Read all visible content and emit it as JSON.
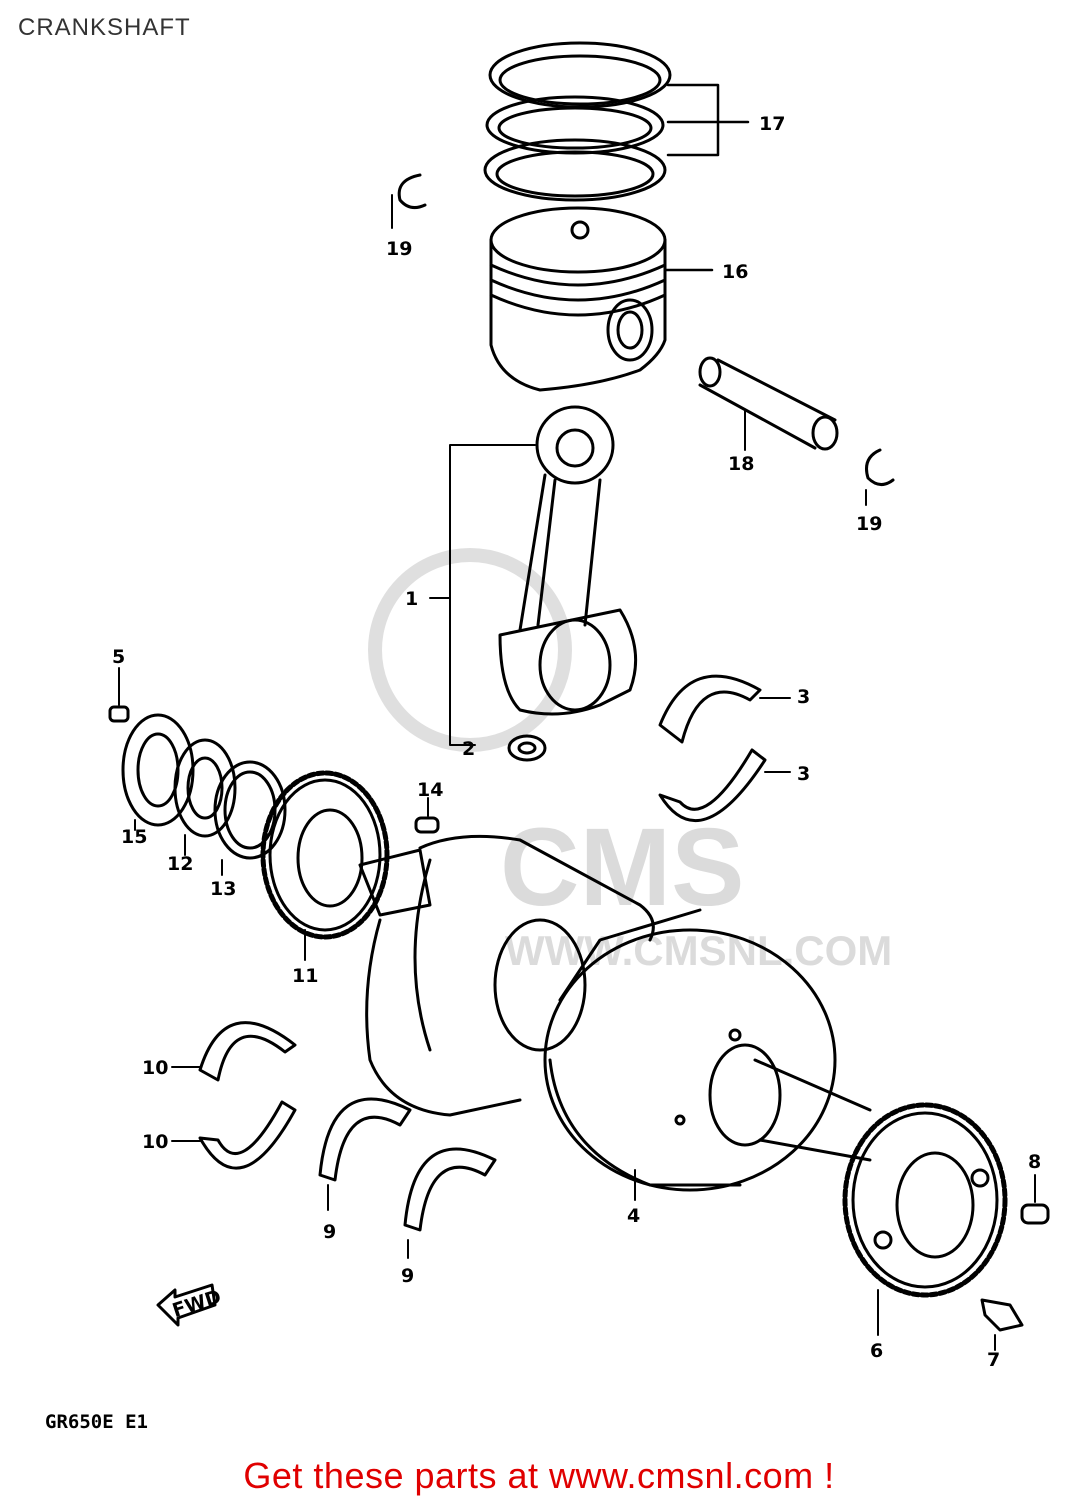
{
  "page": {
    "title": "CRANKSHAFT",
    "model_code": "GR650E E1"
  },
  "watermark": {
    "brand": "CMS",
    "url": "WWW.CMSNL.COM"
  },
  "fwd_label": "FWD",
  "callouts": {
    "c1": "1",
    "c2": "2",
    "c3a": "3",
    "c3b": "3",
    "c4": "4",
    "c5": "5",
    "c6": "6",
    "c7": "7",
    "c8": "8",
    "c9a": "9",
    "c9b": "9",
    "c10a": "10",
    "c10b": "10",
    "c11": "11",
    "c12": "12",
    "c13": "13",
    "c14": "14",
    "c15": "15",
    "c16": "16",
    "c17": "17",
    "c18": "18",
    "c19a": "19",
    "c19b": "19"
  },
  "footer": {
    "text": "Get these parts at www.cmsnl.com !"
  },
  "colors": {
    "footer_link": "#e00000",
    "watermark": "#d8d8d8",
    "lines": "#000000"
  }
}
